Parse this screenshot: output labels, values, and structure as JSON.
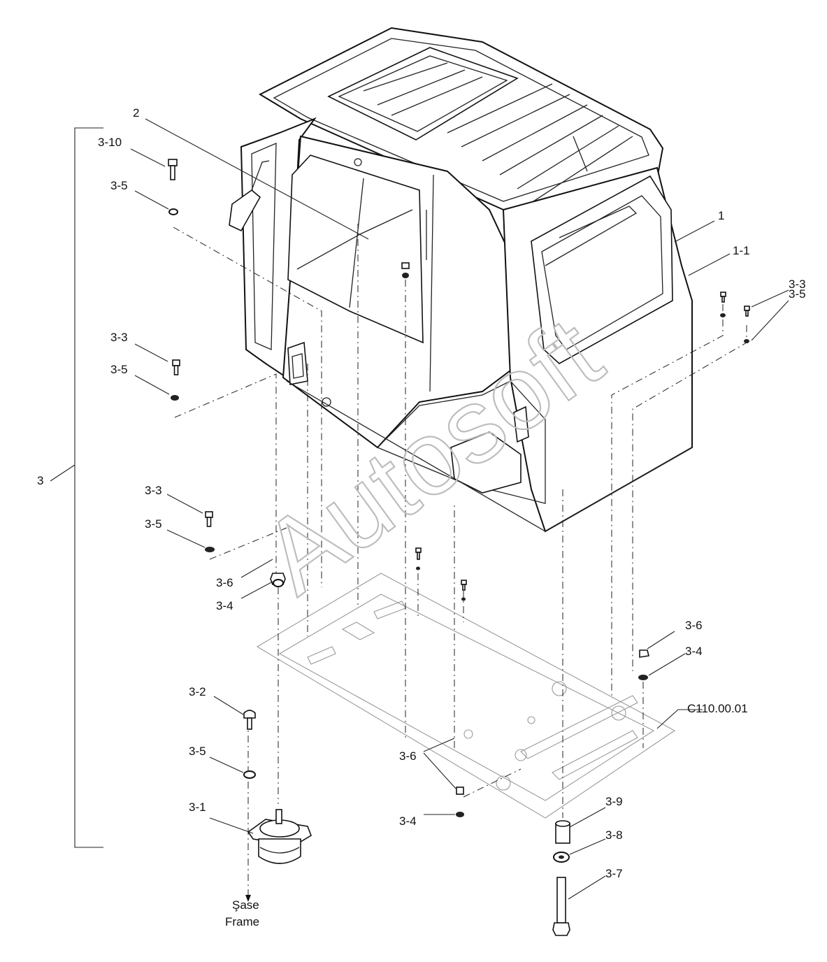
{
  "diagram": {
    "watermark": "Autosoft",
    "assembly_reference": "C110.00.01",
    "callouts": {
      "item_1": "1",
      "item_1_1": "1-1",
      "item_2": "2",
      "item_3": "3",
      "item_3_1": "3-1",
      "item_3_2": "3-2",
      "item_3_3_a": "3-3",
      "item_3_3_b": "3-3",
      "item_3_3_c": "3-3",
      "item_3_4_a": "3-4",
      "item_3_4_b": "3-4",
      "item_3_4_c": "3-4",
      "item_3_5_a": "3-5",
      "item_3_5_b": "3-5",
      "item_3_5_c": "3-5",
      "item_3_5_d": "3-5",
      "item_3_5_e": "3-5",
      "item_3_6_a": "3-6",
      "item_3_6_b": "3-6",
      "item_3_6_c": "3-6",
      "item_3_7": "3-7",
      "item_3_8": "3-8",
      "item_3_9": "3-9",
      "item_3_10": "3-10"
    },
    "frame_label_line1": "Şase",
    "frame_label_line2": "Frame"
  }
}
